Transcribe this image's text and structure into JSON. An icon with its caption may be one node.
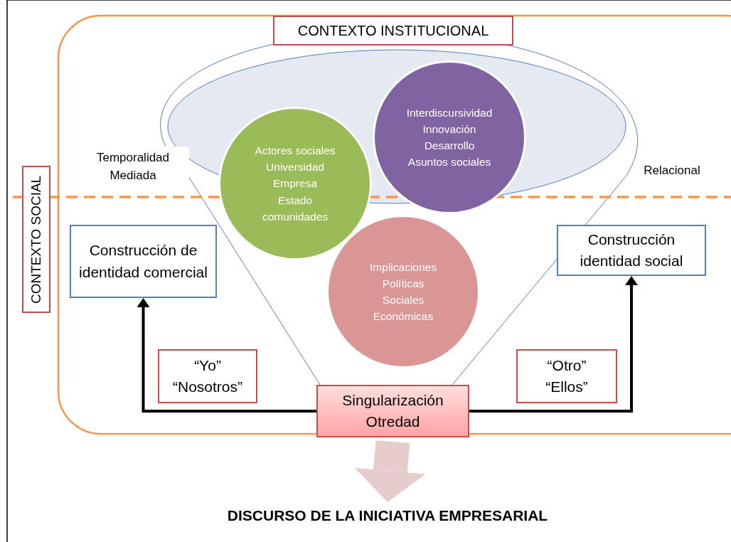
{
  "diagram": {
    "nodes": [
      {
        "text": [
          "CONTEXTO INSTITUCIONAL"
        ]
      },
      {
        "text": [
          "CONTEXTO SOCIAL"
        ]
      },
      {
        "text": [
          "Actores sociales",
          "Universidad",
          "Empresa",
          "Estado",
          "comunidades"
        ]
      },
      {
        "text": [
          "Interdiscursividad",
          "Innovación",
          "Desarrollo",
          "Asuntos sociales"
        ]
      },
      {
        "text": [
          "Implicaciones",
          "Políticas",
          "Sociales",
          "Económicas"
        ]
      },
      {
        "text": [
          "Construcción de identidad comercial"
        ]
      },
      {
        "text": [
          "Construcción identidad social"
        ]
      },
      {
        "text": [
          "“Yo”",
          "“Nosotros”"
        ]
      },
      {
        "text": [
          "“Otro”",
          "“Ellos”"
        ]
      },
      {
        "text": [
          "Singularización",
          "Otredad"
        ]
      },
      {
        "text": [
          "DISCURSO DE LA INICIATIVA EMPRESARIAL"
        ]
      }
    ],
    "edges": [
      {
        "from": 9,
        "to": 5,
        "arrow": "to"
      },
      {
        "from": 9,
        "to": 6,
        "arrow": "to"
      },
      {
        "from": 9,
        "to": 10,
        "arrow": "to",
        "style": "thick",
        "color": "#e6cccd"
      }
    ],
    "labels": [
      "Temporalidad Mediada",
      "Relacional"
    ]
  }
}
